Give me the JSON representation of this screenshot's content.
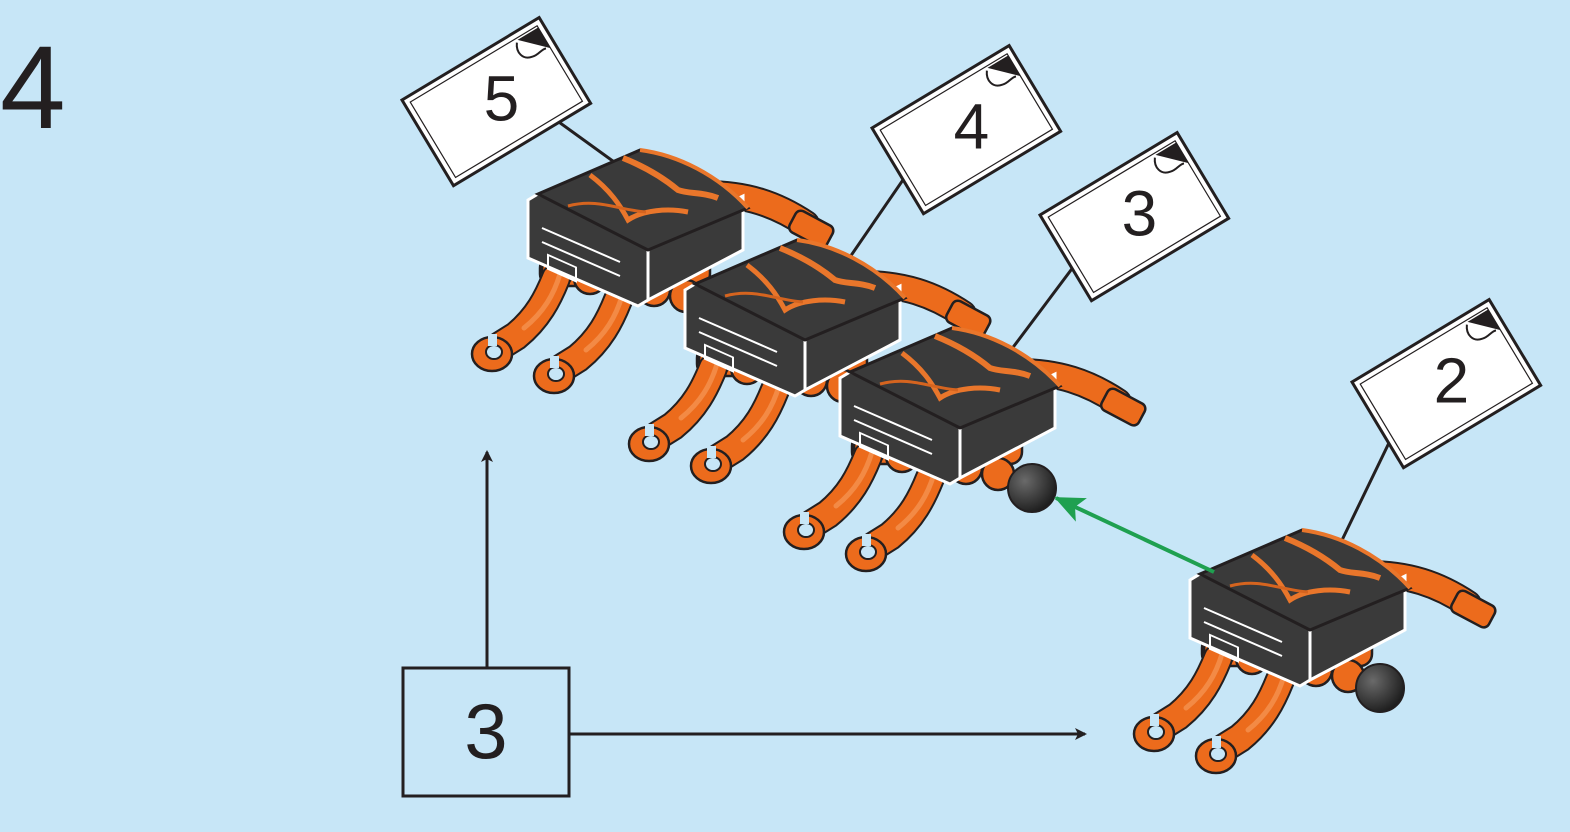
{
  "step": {
    "number": "4"
  },
  "segments": [
    {
      "id": "segment-5",
      "label": "5"
    },
    {
      "id": "segment-4",
      "label": "4"
    },
    {
      "id": "segment-3",
      "label": "3"
    },
    {
      "id": "segment-2",
      "label": "2"
    }
  ],
  "callout": {
    "label": "3"
  },
  "colors": {
    "background": "#c7e6f7",
    "shell": "#3a3a3a",
    "shell_stripe": "#e9762b",
    "legs": "#ec6b1c",
    "legs_dark": "#b8480c",
    "attach_arrow": "#1fa050",
    "line": "#231f20",
    "page_tag": "#ffffff",
    "ball": "#2c2c2c"
  },
  "icons": {
    "tag": "page-reference-tag-icon",
    "attach": "green-attach-arrow-icon",
    "repeat": "repeat-callout-arrow-icon"
  }
}
